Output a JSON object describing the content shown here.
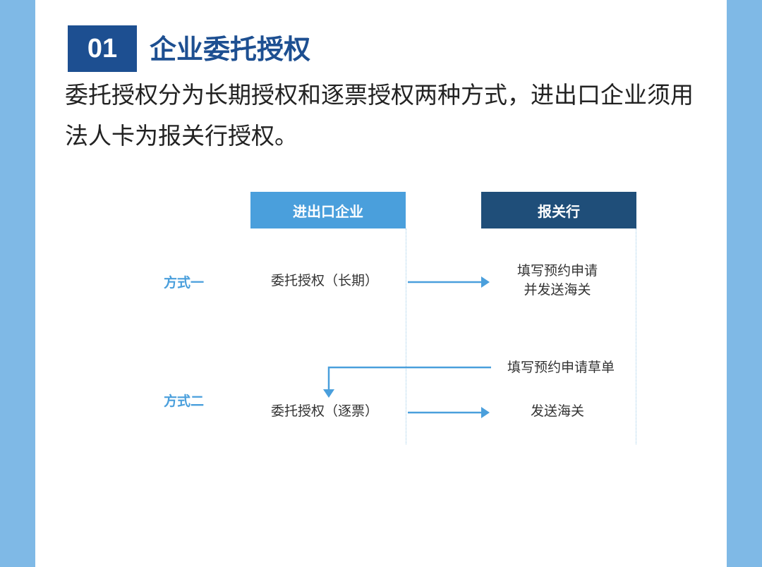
{
  "header": {
    "number": "01",
    "title": "企业委托授权"
  },
  "description": "委托授权分为长期授权和逐票授权两种方式，进出口企业须用法人卡为报关行授权。",
  "diagram": {
    "columns": [
      "进出口企业",
      "报关行"
    ],
    "mode1": {
      "label": "方式一",
      "left_text": "委托授权（长期）",
      "right_text_line1": "填写预约申请",
      "right_text_line2": "并发送海关"
    },
    "mode2": {
      "label": "方式二",
      "top_right_text": "填写预约申请草单",
      "left_text": "委托授权（逐票）",
      "right_text": "发送海关"
    },
    "colors": {
      "background": "#7fb9e6",
      "badge": "#1d4f91",
      "left_header": "#4a9fdc",
      "right_header": "#1f4e79",
      "arrow": "#4a9fdc"
    }
  }
}
